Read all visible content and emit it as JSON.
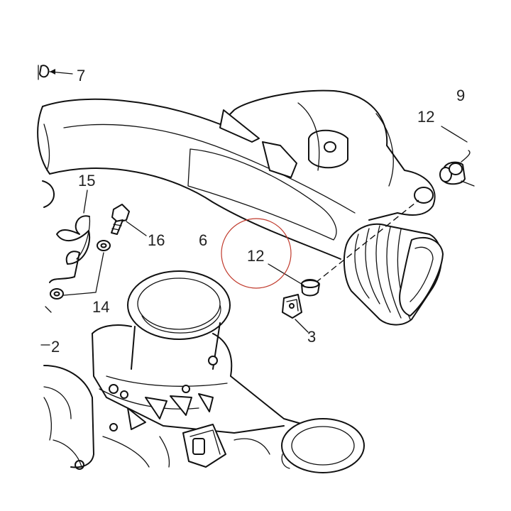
{
  "diagram": {
    "callouts": {
      "c7": "7",
      "c9": "9",
      "c12_top": "12",
      "c15": "15",
      "c16": "16",
      "c6": "6",
      "c12_mid": "12",
      "c14": "14",
      "c3": "3",
      "c2": "2"
    },
    "highlight_color": "#c0392b",
    "line_color": "#111111"
  }
}
